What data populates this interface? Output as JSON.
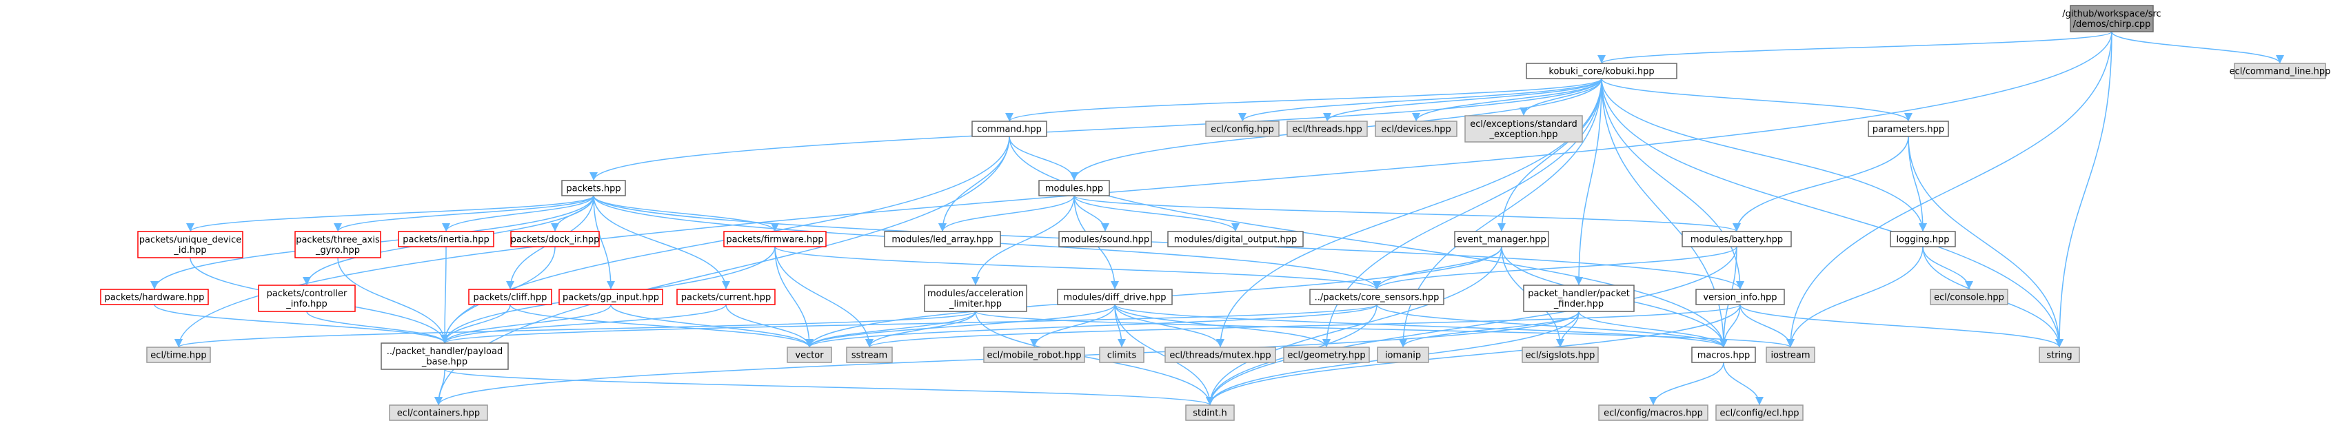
{
  "graph": {
    "nodes": [
      {
        "id": "chirp",
        "lines": [
          "/github/workspace/src",
          "/demos/chirp.cpp"
        ],
        "style": "focus",
        "interactable": false
      },
      {
        "id": "kobuki",
        "lines": [
          "kobuki_core/kobuki.hpp"
        ],
        "style": "white",
        "interactable": true
      },
      {
        "id": "cmdline",
        "lines": [
          "ecl/command_line.hpp"
        ],
        "style": "grey",
        "interactable": false
      },
      {
        "id": "command",
        "lines": [
          "command.hpp"
        ],
        "style": "white",
        "interactable": true
      },
      {
        "id": "eclconfig",
        "lines": [
          "ecl/config.hpp"
        ],
        "style": "grey",
        "interactable": false
      },
      {
        "id": "eclthreads",
        "lines": [
          "ecl/threads.hpp"
        ],
        "style": "grey",
        "interactable": false
      },
      {
        "id": "ecldevices",
        "lines": [
          "ecl/devices.hpp"
        ],
        "style": "grey",
        "interactable": false
      },
      {
        "id": "eclexcept",
        "lines": [
          "ecl/exceptions/standard",
          "_exception.hpp"
        ],
        "style": "grey",
        "interactable": false
      },
      {
        "id": "parameters",
        "lines": [
          "parameters.hpp"
        ],
        "style": "white",
        "interactable": true
      },
      {
        "id": "packets",
        "lines": [
          "packets.hpp"
        ],
        "style": "white",
        "interactable": true
      },
      {
        "id": "modules",
        "lines": [
          "modules.hpp"
        ],
        "style": "white",
        "interactable": true
      },
      {
        "id": "logging",
        "lines": [
          "logging.hpp"
        ],
        "style": "white",
        "interactable": true
      },
      {
        "id": "uniqueid",
        "lines": [
          "packets/unique_device",
          "_id.hpp"
        ],
        "style": "red",
        "interactable": true
      },
      {
        "id": "threeaxis",
        "lines": [
          "packets/three_axis",
          "_gyro.hpp"
        ],
        "style": "red",
        "interactable": true
      },
      {
        "id": "inertia",
        "lines": [
          "packets/inertia.hpp"
        ],
        "style": "red",
        "interactable": true
      },
      {
        "id": "dockir",
        "lines": [
          "packets/dock_ir.hpp"
        ],
        "style": "red",
        "interactable": true
      },
      {
        "id": "firmware",
        "lines": [
          "packets/firmware.hpp"
        ],
        "style": "red",
        "interactable": true
      },
      {
        "id": "ledarray",
        "lines": [
          "modules/led_array.hpp"
        ],
        "style": "white",
        "interactable": true
      },
      {
        "id": "sound",
        "lines": [
          "modules/sound.hpp"
        ],
        "style": "white",
        "interactable": true
      },
      {
        "id": "digital",
        "lines": [
          "modules/digital_output.hpp"
        ],
        "style": "white",
        "interactable": true
      },
      {
        "id": "eventmgr",
        "lines": [
          "event_manager.hpp"
        ],
        "style": "white",
        "interactable": true
      },
      {
        "id": "battery",
        "lines": [
          "modules/battery.hpp"
        ],
        "style": "white",
        "interactable": true
      },
      {
        "id": "eclconsole",
        "lines": [
          "ecl/console.hpp"
        ],
        "style": "grey",
        "interactable": false
      },
      {
        "id": "hardware",
        "lines": [
          "packets/hardware.hpp"
        ],
        "style": "red",
        "interactable": true
      },
      {
        "id": "controller",
        "lines": [
          "packets/controller",
          "_info.hpp"
        ],
        "style": "red",
        "interactable": true
      },
      {
        "id": "cliff",
        "lines": [
          "packets/cliff.hpp"
        ],
        "style": "red",
        "interactable": true
      },
      {
        "id": "gpinput",
        "lines": [
          "packets/gp_input.hpp"
        ],
        "style": "red",
        "interactable": true
      },
      {
        "id": "current",
        "lines": [
          "packets/current.hpp"
        ],
        "style": "red",
        "interactable": true
      },
      {
        "id": "accel",
        "lines": [
          "modules/acceleration",
          "_limiter.hpp"
        ],
        "style": "white",
        "interactable": true
      },
      {
        "id": "diffdrive",
        "lines": [
          "modules/diff_drive.hpp"
        ],
        "style": "white",
        "interactable": true
      },
      {
        "id": "coresensors",
        "lines": [
          "../packets/core_sensors.hpp"
        ],
        "style": "white",
        "interactable": true
      },
      {
        "id": "packetfinder",
        "lines": [
          "packet_handler/packet",
          "_finder.hpp"
        ],
        "style": "white",
        "interactable": true
      },
      {
        "id": "versioninfo",
        "lines": [
          "version_info.hpp"
        ],
        "style": "white",
        "interactable": true
      },
      {
        "id": "ecltime",
        "lines": [
          "ecl/time.hpp"
        ],
        "style": "grey",
        "interactable": false
      },
      {
        "id": "payload",
        "lines": [
          "../packet_handler/payload",
          "_base.hpp"
        ],
        "style": "white",
        "interactable": true
      },
      {
        "id": "vector",
        "lines": [
          "vector"
        ],
        "style": "grey",
        "interactable": false
      },
      {
        "id": "sstream",
        "lines": [
          "sstream"
        ],
        "style": "grey",
        "interactable": false
      },
      {
        "id": "mobilerobot",
        "lines": [
          "ecl/mobile_robot.hpp"
        ],
        "style": "grey",
        "interactable": false
      },
      {
        "id": "climits",
        "lines": [
          "climits"
        ],
        "style": "grey",
        "interactable": false
      },
      {
        "id": "mutex",
        "lines": [
          "ecl/threads/mutex.hpp"
        ],
        "style": "grey",
        "interactable": false
      },
      {
        "id": "geometry",
        "lines": [
          "ecl/geometry.hpp"
        ],
        "style": "grey",
        "interactable": false
      },
      {
        "id": "iomanip",
        "lines": [
          "iomanip"
        ],
        "style": "grey",
        "interactable": false
      },
      {
        "id": "sigslots",
        "lines": [
          "ecl/sigslots.hpp"
        ],
        "style": "grey",
        "interactable": false
      },
      {
        "id": "macros",
        "lines": [
          "macros.hpp"
        ],
        "style": "white",
        "interactable": true
      },
      {
        "id": "iostream",
        "lines": [
          "iostream"
        ],
        "style": "grey",
        "interactable": false
      },
      {
        "id": "string",
        "lines": [
          "string"
        ],
        "style": "grey",
        "interactable": false
      },
      {
        "id": "containers",
        "lines": [
          "ecl/containers.hpp"
        ],
        "style": "grey",
        "interactable": false
      },
      {
        "id": "stdint",
        "lines": [
          "stdint.h"
        ],
        "style": "grey",
        "interactable": false
      },
      {
        "id": "configmacros",
        "lines": [
          "ecl/config/macros.hpp"
        ],
        "style": "grey",
        "interactable": false
      },
      {
        "id": "configecl",
        "lines": [
          "ecl/config/ecl.hpp"
        ],
        "style": "grey",
        "interactable": false
      }
    ],
    "edges": [
      [
        "chirp",
        "kobuki"
      ],
      [
        "chirp",
        "cmdline"
      ],
      [
        "chirp",
        "ecltime"
      ],
      [
        "chirp",
        "iostream"
      ],
      [
        "chirp",
        "string"
      ],
      [
        "kobuki",
        "command"
      ],
      [
        "kobuki",
        "eclconfig"
      ],
      [
        "kobuki",
        "eclthreads"
      ],
      [
        "kobuki",
        "ecldevices"
      ],
      [
        "kobuki",
        "eclexcept"
      ],
      [
        "kobuki",
        "parameters"
      ],
      [
        "kobuki",
        "packets"
      ],
      [
        "kobuki",
        "modules"
      ],
      [
        "kobuki",
        "logging"
      ],
      [
        "kobuki",
        "eventmgr"
      ],
      [
        "kobuki",
        "packetfinder"
      ],
      [
        "kobuki",
        "versioninfo"
      ],
      [
        "kobuki",
        "mutex"
      ],
      [
        "kobuki",
        "iomanip"
      ],
      [
        "kobuki",
        "macros"
      ],
      [
        "kobuki",
        "string"
      ],
      [
        "kobuki",
        "geometry"
      ],
      [
        "command",
        "modules"
      ],
      [
        "command",
        "ledarray"
      ],
      [
        "command",
        "payload"
      ],
      [
        "command",
        "containers"
      ],
      [
        "command",
        "macros"
      ],
      [
        "parameters",
        "battery"
      ],
      [
        "parameters",
        "logging"
      ],
      [
        "parameters",
        "string"
      ],
      [
        "packets",
        "uniqueid"
      ],
      [
        "packets",
        "threeaxis"
      ],
      [
        "packets",
        "inertia"
      ],
      [
        "packets",
        "dockir"
      ],
      [
        "packets",
        "firmware"
      ],
      [
        "packets",
        "hardware"
      ],
      [
        "packets",
        "controller"
      ],
      [
        "packets",
        "cliff"
      ],
      [
        "packets",
        "gpinput"
      ],
      [
        "packets",
        "current"
      ],
      [
        "packets",
        "coresensors"
      ],
      [
        "packets",
        "versioninfo"
      ],
      [
        "modules",
        "ledarray"
      ],
      [
        "modules",
        "sound"
      ],
      [
        "modules",
        "digital"
      ],
      [
        "modules",
        "battery"
      ],
      [
        "modules",
        "accel"
      ],
      [
        "modules",
        "diffdrive"
      ],
      [
        "logging",
        "eclconsole"
      ],
      [
        "logging",
        "iostream"
      ],
      [
        "logging",
        "string"
      ],
      [
        "uniqueid",
        "payload"
      ],
      [
        "threeaxis",
        "payload"
      ],
      [
        "inertia",
        "payload"
      ],
      [
        "dockir",
        "payload"
      ],
      [
        "firmware",
        "payload"
      ],
      [
        "firmware",
        "vector"
      ],
      [
        "firmware",
        "sstream"
      ],
      [
        "firmware",
        "coresensors"
      ],
      [
        "hardware",
        "payload"
      ],
      [
        "controller",
        "payload"
      ],
      [
        "cliff",
        "payload"
      ],
      [
        "cliff",
        "vector"
      ],
      [
        "gpinput",
        "payload"
      ],
      [
        "gpinput",
        "vector"
      ],
      [
        "current",
        "payload"
      ],
      [
        "current",
        "vector"
      ],
      [
        "eventmgr",
        "coresensors"
      ],
      [
        "eventmgr",
        "vector"
      ],
      [
        "eventmgr",
        "sigslots"
      ],
      [
        "eventmgr",
        "stdint"
      ],
      [
        "eventmgr",
        "macros"
      ],
      [
        "battery",
        "coresensors"
      ],
      [
        "battery",
        "stdint"
      ],
      [
        "battery",
        "macros"
      ],
      [
        "accel",
        "ecltime"
      ],
      [
        "accel",
        "vector"
      ],
      [
        "accel",
        "sstream"
      ],
      [
        "accel",
        "stdint"
      ],
      [
        "accel",
        "iostream"
      ],
      [
        "diffdrive",
        "vector"
      ],
      [
        "diffdrive",
        "climits"
      ],
      [
        "diffdrive",
        "mobilerobot"
      ],
      [
        "diffdrive",
        "mutex"
      ],
      [
        "diffdrive",
        "geometry"
      ],
      [
        "diffdrive",
        "stdint"
      ],
      [
        "diffdrive",
        "macros"
      ],
      [
        "coresensors",
        "payload"
      ],
      [
        "coresensors",
        "stdint"
      ],
      [
        "coresensors",
        "vector"
      ],
      [
        "coresensors",
        "macros"
      ],
      [
        "packetfinder",
        "sigslots"
      ],
      [
        "packetfinder",
        "containers"
      ],
      [
        "packetfinder",
        "iomanip"
      ],
      [
        "packetfinder",
        "macros"
      ],
      [
        "packetfinder",
        "stdint"
      ],
      [
        "versioninfo",
        "macros"
      ],
      [
        "versioninfo",
        "iostream"
      ],
      [
        "versioninfo",
        "string"
      ],
      [
        "versioninfo",
        "stdint"
      ],
      [
        "versioninfo",
        "sstream"
      ],
      [
        "payload",
        "containers"
      ],
      [
        "payload",
        "stdint"
      ],
      [
        "macros",
        "configmacros"
      ],
      [
        "macros",
        "configecl"
      ]
    ]
  }
}
